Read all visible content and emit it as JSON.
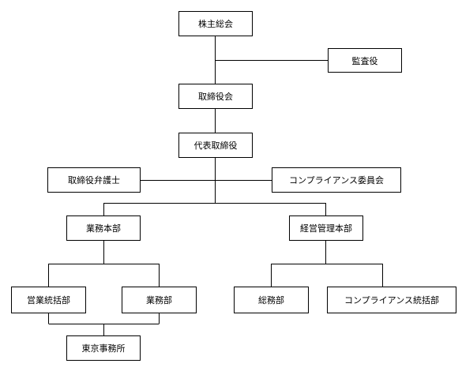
{
  "org_chart": {
    "shareholders_meeting": "株主総会",
    "auditor": "監査役",
    "board_of_directors": "取締役会",
    "representative_director": "代表取締役",
    "director_lawyer": "取締役弁護士",
    "compliance_committee": "コンプライアンス委員会",
    "business_headquarters": "業務本部",
    "management_headquarters": "経営管理本部",
    "sales_general_dept": "営業統括部",
    "business_dept": "業務部",
    "general_affairs_dept": "総務部",
    "compliance_general_dept": "コンプライアンス統括部",
    "tokyo_office": "東京事務所"
  }
}
